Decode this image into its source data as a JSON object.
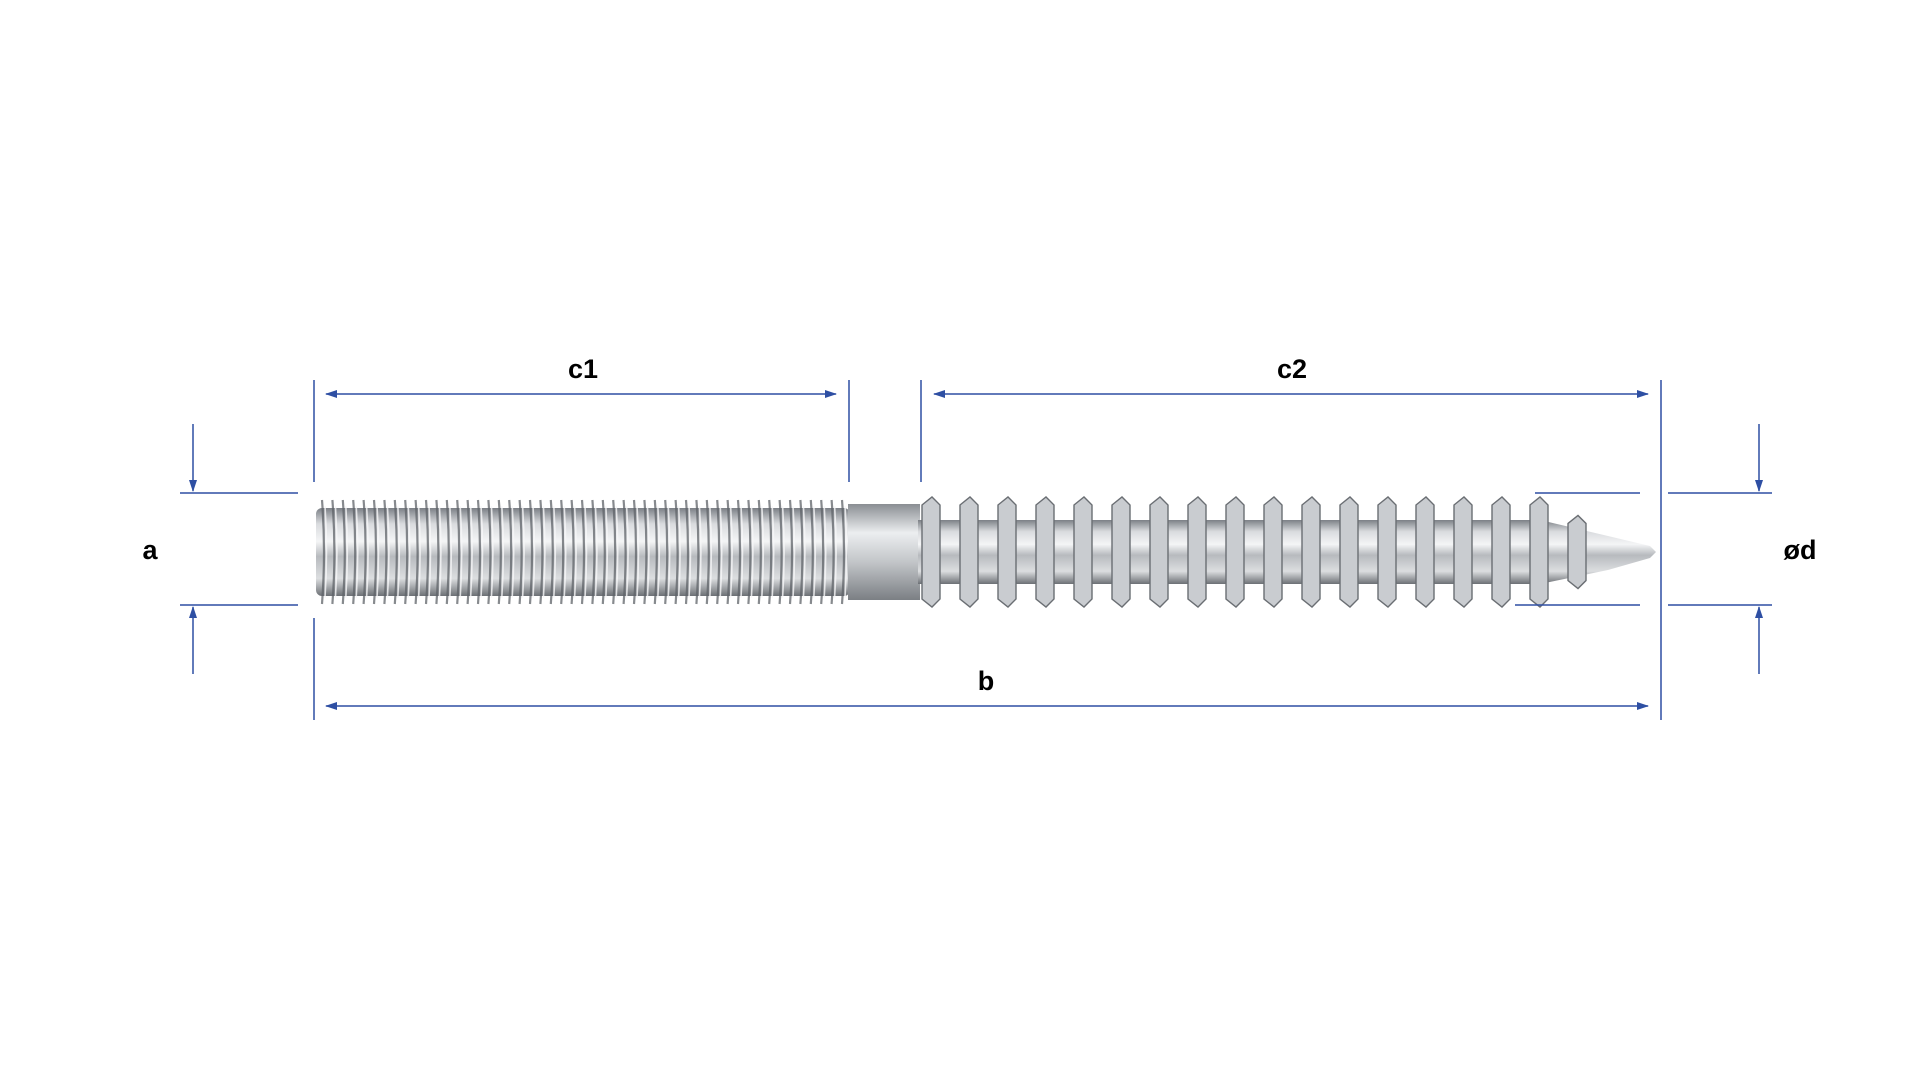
{
  "labels": {
    "c1": "c1",
    "c2": "c2",
    "a": "a",
    "b": "b",
    "d": "ød"
  },
  "colors": {
    "dimension_line": "#2e4fa3",
    "background": "#ffffff",
    "metal_dark": "#6f7378",
    "metal_light": "#e4e6e8"
  },
  "icons": {
    "main_part": "hanger-bolt-double-thread-screw"
  }
}
